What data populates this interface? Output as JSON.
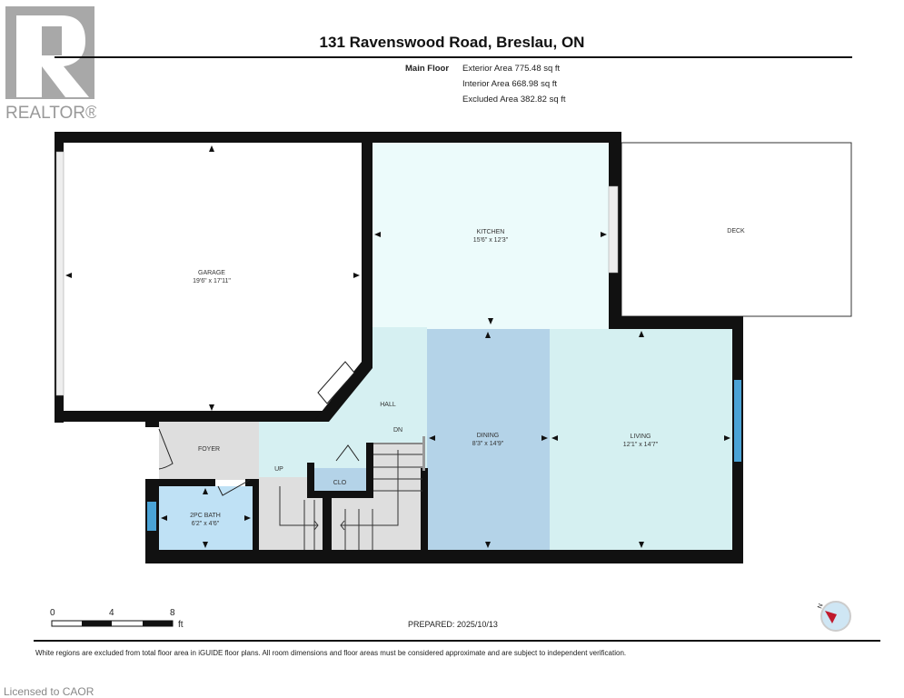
{
  "header": {
    "title": "131 Ravenswood Road, Breslau, ON",
    "floor_label": "Main Floor",
    "areas": [
      "Exterior Area 775.48 sq ft",
      "Interior Area 668.98 sq ft",
      "Excluded Area 382.82 sq ft"
    ]
  },
  "logo": {
    "text": "REALTOR®"
  },
  "rooms": {
    "garage": {
      "name": "GARAGE",
      "dims": "19'6\" x 17'11\""
    },
    "kitchen": {
      "name": "KITCHEN",
      "dims": "15'6\" x 12'3\""
    },
    "deck": {
      "name": "DECK"
    },
    "hall": {
      "name": "HALL"
    },
    "dining": {
      "name": "DINING",
      "dims": "8'3\" x 14'9\""
    },
    "living": {
      "name": "LIVING",
      "dims": "12'1\" x 14'7\""
    },
    "foyer": {
      "name": "FOYER"
    },
    "bath": {
      "name": "2PC BATH",
      "dims": "6'2\" x 4'6\""
    },
    "closet": {
      "name": "CLO"
    },
    "stairs_up": "UP",
    "stairs_down": "DN"
  },
  "scale": {
    "ticks": [
      "0",
      "4",
      "8"
    ],
    "unit": "ft"
  },
  "compass": {
    "label": "N"
  },
  "footer": {
    "prepared": "PREPARED: 2025/10/13",
    "disclaimer": "White regions are excluded from total floor area in iGUIDE floor plans. All room dimensions and floor areas must be considered approximate and are subject to independent verification.",
    "license": "Licensed to CAOR"
  },
  "colors": {
    "wall": "#111111",
    "kitchen": "#ecfbfb",
    "hall": "#d6f0f2",
    "dining": "#b4d3e8",
    "living": "#d5f0f1",
    "bath": "#bfe1f5",
    "gray": "#dedede",
    "window_blue": "#4aa3d6"
  }
}
